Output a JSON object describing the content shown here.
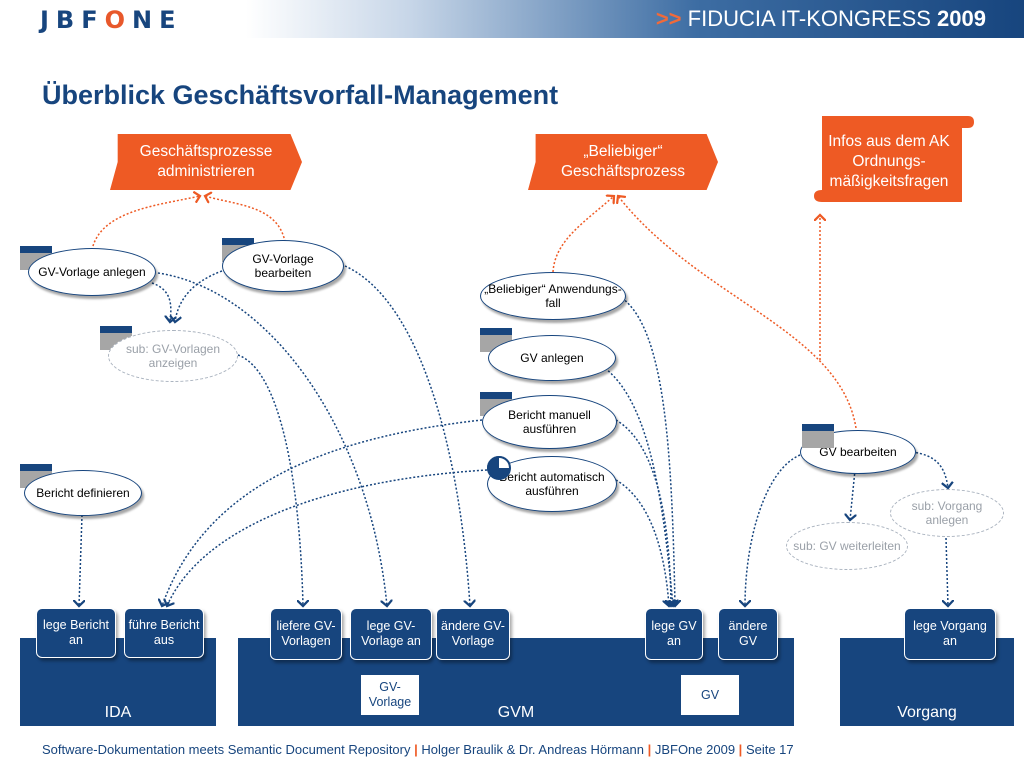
{
  "header": {
    "logo": "JBFONE",
    "logo_o": "O",
    "logo_left": "JBF",
    "logo_right": "NE",
    "arrows": ">>",
    "congress_name": "FIDUCIA IT-KONGRESS",
    "congress_year": "2009"
  },
  "title": "Überblick Geschäftsvorfall-Management",
  "processes": {
    "admin": "Geschäftsprozesse administrieren",
    "arbitrary": "„Beliebiger“ Geschäftsprozess",
    "infos": "Infos aus dem AK Ordnungs-mäßigkeitsfragen"
  },
  "usecases": {
    "gv_vorlage_anlegen": "GV-Vorlage anlegen",
    "gv_vorlage_bearbeiten": "GV-Vorlage bearbeiten",
    "sub_gv_vorlagen_anzeigen": "sub: GV-Vorlagen anzeigen",
    "bericht_definieren": "Bericht definieren",
    "beliebiger_anwendungsfall": "„Beliebiger“ Anwendungs-fall",
    "gv_anlegen": "GV anlegen",
    "bericht_manuell": "Bericht manuell ausführen",
    "bericht_automatisch": "Bericht automatisch ausführen",
    "gv_bearbeiten": "GV bearbeiten",
    "sub_vorgang_anlegen": "sub: Vorgang anlegen",
    "sub_gv_weiterleiten": "sub: GV weiterleiten"
  },
  "systems": {
    "ida": "IDA",
    "gvm": "GVM",
    "vorgang": "Vorgang"
  },
  "operations": {
    "lege_bericht_an": "lege Bericht an",
    "fuehre_bericht_aus": "führe Bericht aus",
    "liefere_gv_vorlagen": "liefere GV-Vorlagen",
    "lege_gv_vorlage_an": "lege GV-Vorlage an",
    "aendere_gv_vorlage": "ändere GV-Vorlage",
    "lege_gv_an": "lege GV an",
    "aendere_gv": "ändere GV",
    "lege_vorgang_an": "lege Vorgang an"
  },
  "data_objects": {
    "gv_vorlage": "GV-Vorlage",
    "gv": "GV"
  },
  "footer": {
    "part1": "Software-Dokumentation meets Semantic Document Repository",
    "sep": "|",
    "part2": "Holger Braulik & Dr. Andreas Hörmann",
    "part3": "JBFOne 2009",
    "part4": "Seite 17"
  },
  "colors": {
    "brand_blue": "#17457e",
    "accent_orange": "#ee5a24",
    "flag_gray": "#a6a6a6",
    "sub_gray": "#aab3bf"
  }
}
